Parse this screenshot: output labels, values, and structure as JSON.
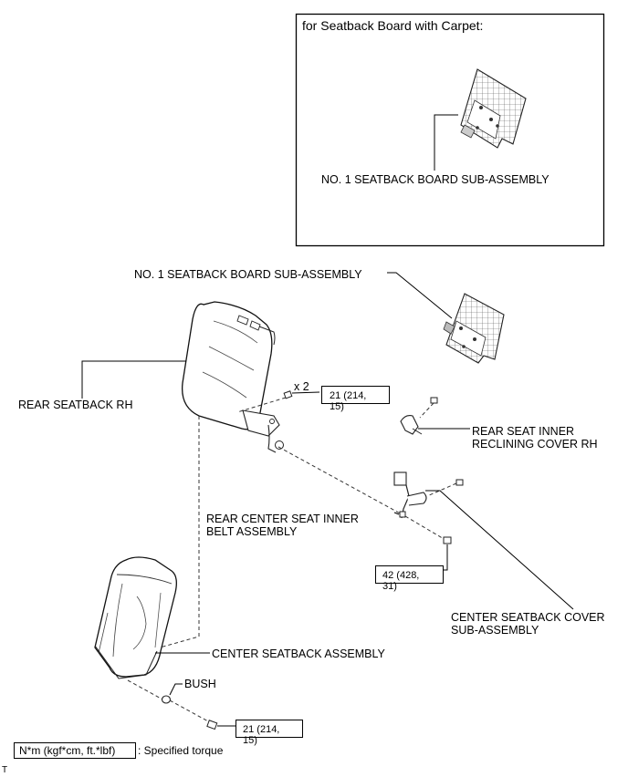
{
  "inset": {
    "title": "for Seatback Board with Carpet:",
    "part_label": "NO. 1 SEATBACK BOARD SUB-ASSEMBLY"
  },
  "labels": {
    "seatback_board": "NO. 1 SEATBACK BOARD SUB-ASSEMBLY",
    "rear_seatback_rh": "REAR SEATBACK RH",
    "quantity": "x 2",
    "reclining_cover_line1": "REAR SEAT INNER",
    "reclining_cover_line2": "RECLINING COVER RH",
    "belt_line1": "REAR CENTER SEAT INNER",
    "belt_line2": "BELT ASSEMBLY",
    "center_cover_line1": "CENTER SEATBACK COVER",
    "center_cover_line2": "SUB-ASSEMBLY",
    "center_seatback": "CENTER SEATBACK ASSEMBLY",
    "bush": "BUSH"
  },
  "torques": {
    "t1_line1": "21 (214,",
    "t1_line2": "15)",
    "t2_line1": "42 (428,",
    "t2_line2": "31)",
    "t3_line1": "21 (214,",
    "t3_line2": "15)"
  },
  "legend": {
    "unit": "N*m (kgf*cm, ft.*lbf)",
    "text": ": Specified torque"
  },
  "footer": {
    "mark": "T"
  }
}
